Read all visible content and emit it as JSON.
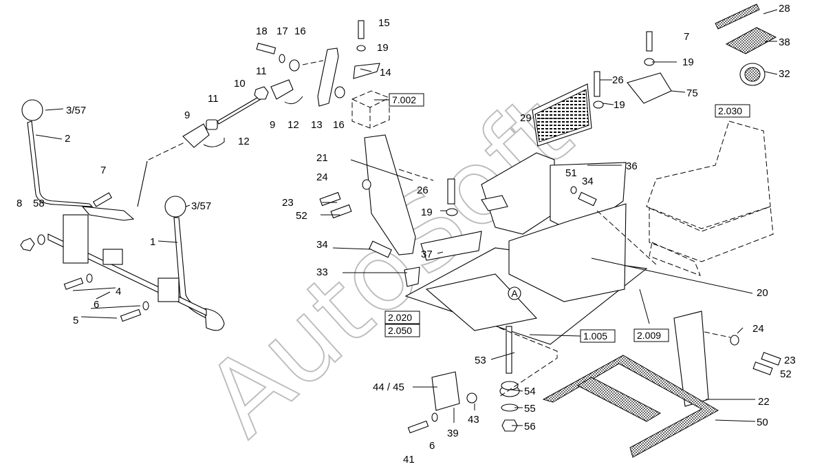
{
  "watermark": "AutoSoft",
  "part_labels": [
    {
      "id": "p28",
      "text": "28"
    },
    {
      "id": "p15",
      "text": "15"
    },
    {
      "id": "p18",
      "text": "18"
    },
    {
      "id": "p17",
      "text": "17"
    },
    {
      "id": "p16a",
      "text": "16"
    },
    {
      "id": "p19a",
      "text": "19"
    },
    {
      "id": "p7a",
      "text": "7"
    },
    {
      "id": "p38",
      "text": "38"
    },
    {
      "id": "p19b",
      "text": "19"
    },
    {
      "id": "p14",
      "text": "14"
    },
    {
      "id": "p32",
      "text": "32"
    },
    {
      "id": "p11a",
      "text": "11"
    },
    {
      "id": "p10",
      "text": "10"
    },
    {
      "id": "p26a",
      "text": "26"
    },
    {
      "id": "p75",
      "text": "75"
    },
    {
      "id": "p11b",
      "text": "11"
    },
    {
      "id": "p19c",
      "text": "19"
    },
    {
      "id": "p357a",
      "text": "3/57"
    },
    {
      "id": "p9a",
      "text": "9"
    },
    {
      "id": "p9b",
      "text": "9"
    },
    {
      "id": "p12a",
      "text": "12"
    },
    {
      "id": "p13",
      "text": "13"
    },
    {
      "id": "p16b",
      "text": "16"
    },
    {
      "id": "p29",
      "text": "29"
    },
    {
      "id": "p2",
      "text": "2"
    },
    {
      "id": "p12b",
      "text": "12"
    },
    {
      "id": "p21",
      "text": "21"
    },
    {
      "id": "p36",
      "text": "36"
    },
    {
      "id": "p7b",
      "text": "7"
    },
    {
      "id": "p24a",
      "text": "24"
    },
    {
      "id": "p26b",
      "text": "26"
    },
    {
      "id": "p51",
      "text": "51"
    },
    {
      "id": "p34a",
      "text": "34"
    },
    {
      "id": "p8",
      "text": "8"
    },
    {
      "id": "p58",
      "text": "58"
    },
    {
      "id": "p357b",
      "text": "3/57"
    },
    {
      "id": "p23a",
      "text": "23"
    },
    {
      "id": "p19d",
      "text": "19"
    },
    {
      "id": "p52a",
      "text": "52"
    },
    {
      "id": "p1",
      "text": "1"
    },
    {
      "id": "p34b",
      "text": "34"
    },
    {
      "id": "p37",
      "text": "37"
    },
    {
      "id": "p33",
      "text": "33"
    },
    {
      "id": "p4",
      "text": "4"
    },
    {
      "id": "p20",
      "text": "20"
    },
    {
      "id": "p6a",
      "text": "6"
    },
    {
      "id": "p5",
      "text": "5"
    },
    {
      "id": "p24b",
      "text": "24"
    },
    {
      "id": "p23b",
      "text": "23"
    },
    {
      "id": "p52b",
      "text": "52"
    },
    {
      "id": "p53",
      "text": "53"
    },
    {
      "id": "p22",
      "text": "22"
    },
    {
      "id": "p4445",
      "text": "44 / 45"
    },
    {
      "id": "p54",
      "text": "54"
    },
    {
      "id": "p55",
      "text": "55"
    },
    {
      "id": "p50",
      "text": "50"
    },
    {
      "id": "p43",
      "text": "43"
    },
    {
      "id": "p39",
      "text": "39"
    },
    {
      "id": "p56",
      "text": "56"
    },
    {
      "id": "p6b",
      "text": "6"
    },
    {
      "id": "p41",
      "text": "41"
    }
  ],
  "reference_boxes": [
    {
      "id": "r7002",
      "text": "7.002"
    },
    {
      "id": "r2030",
      "text": "2.030"
    },
    {
      "id": "r2020",
      "text": "2.020"
    },
    {
      "id": "r2050",
      "text": "2.050"
    },
    {
      "id": "r1005",
      "text": "1.005"
    },
    {
      "id": "r2009",
      "text": "2.009"
    }
  ],
  "callout_letter": "A"
}
